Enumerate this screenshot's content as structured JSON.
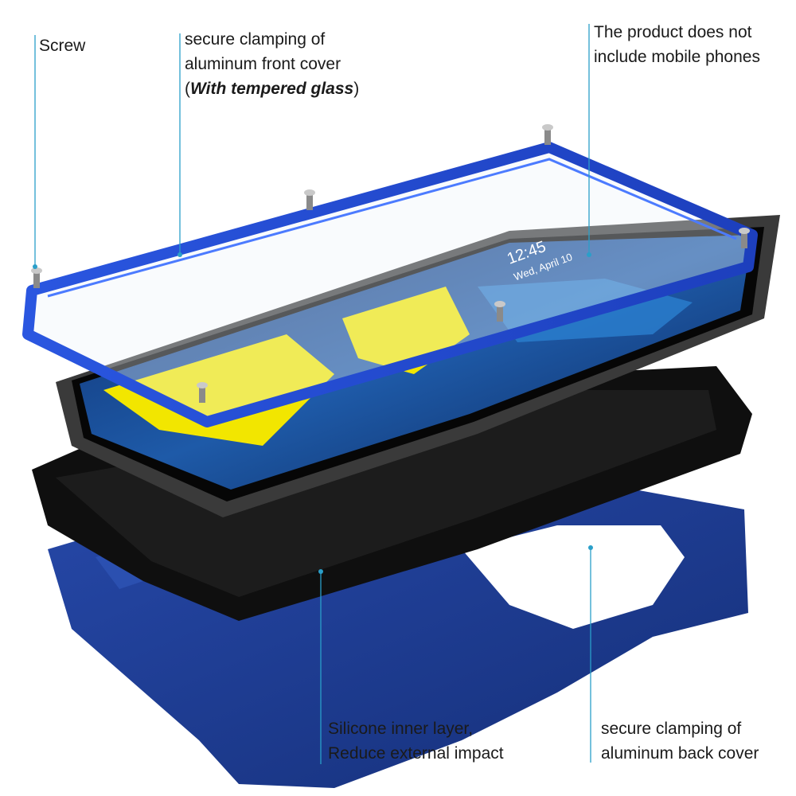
{
  "labels": {
    "screw": "Screw",
    "front_cover": {
      "line1": "secure clamping of",
      "line2": "aluminum front cover",
      "line3_open": "(",
      "line3_bold": "With tempered glass",
      "line3_close": ")"
    },
    "no_phone": {
      "line1": "The product does not",
      "line2": "include mobile phones"
    },
    "silicone": {
      "line1": "Silicone inner layer,",
      "line2": "Reduce external impact"
    },
    "back_cover": {
      "line1": "secure clamping of",
      "line2": "aluminum back cover"
    }
  },
  "phone_screen": {
    "time": "12:45",
    "date": "Wed, April 10"
  },
  "colors": {
    "callout_line": "#2a9fc9",
    "frame_blue": "#1f4fd8",
    "back_plate_blue": "#1c3f98",
    "case_black": "#111111",
    "screen_yellow": "#f2e600",
    "screen_blue": "#163f7a"
  }
}
